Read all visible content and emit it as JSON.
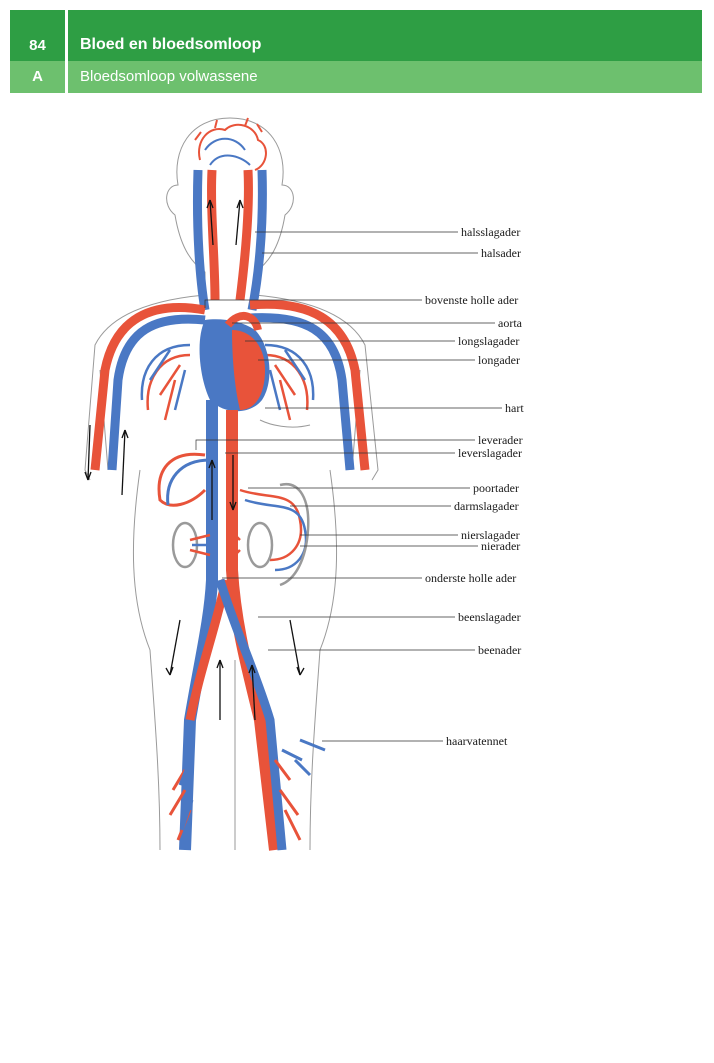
{
  "header": {
    "page_number": "84",
    "chapter_title": "Bloed en bloedsomloop",
    "section_letter": "A",
    "section_title": "Bloedsomloop volwassene"
  },
  "colors": {
    "header_dark": "#2e9e44",
    "header_light": "#6dc06e",
    "artery": "#e8533a",
    "vein": "#4a78c4"
  },
  "labels": [
    "halsslagader",
    "halsader",
    "bovenste holle ader",
    "aorta",
    "longslagader",
    "longader",
    "hart",
    "leverader",
    "leverslagader",
    "poortader",
    "darmslagader",
    "nierslagader",
    "nierader",
    "onderste holle ader",
    "beenslagader",
    "beenader",
    "haarvatennet"
  ]
}
